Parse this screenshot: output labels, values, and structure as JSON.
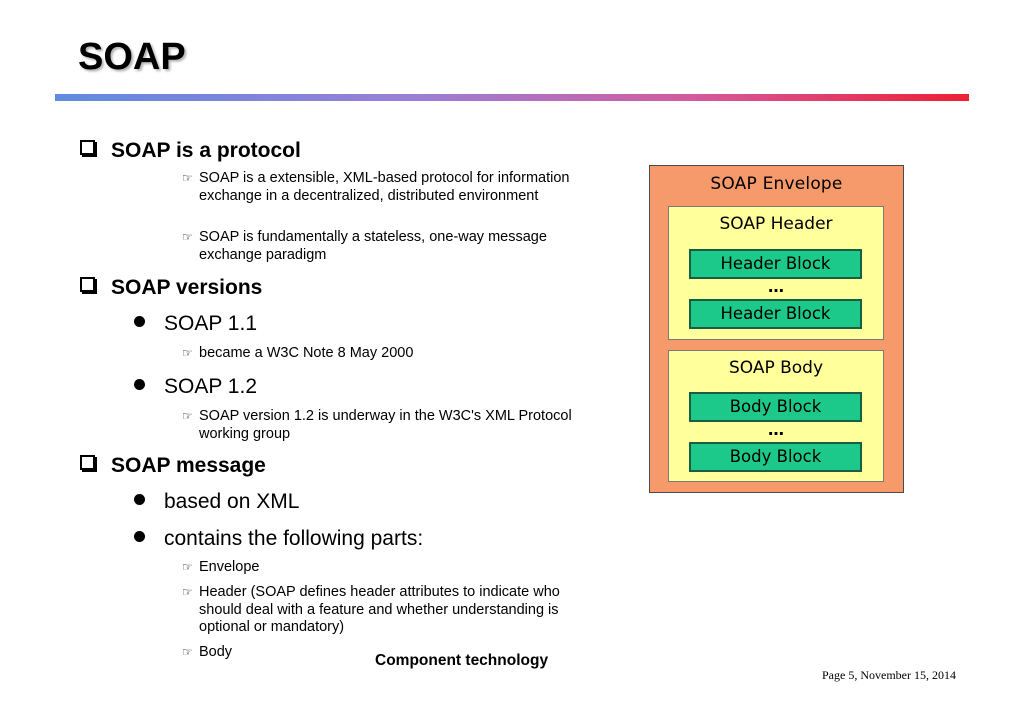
{
  "slide": {
    "title": "SOAP",
    "footer": "Component technology",
    "page_info": "Page 5,  November 15, 2014"
  },
  "outline": {
    "protocol": {
      "heading": "SOAP is a protocol",
      "points": [
        "SOAP is a extensible, XML-based protocol for information exchange in a decentralized, distributed environment",
        "SOAP is fundamentally a stateless, one-way message exchange paradigm"
      ]
    },
    "versions": {
      "heading": "SOAP versions",
      "v11": {
        "label": "SOAP 1.1",
        "note": "became a W3C Note 8 May 2000"
      },
      "v12": {
        "label": "SOAP 1.2",
        "note": "SOAP version 1.2 is underway in the W3C's XML Protocol working group"
      }
    },
    "message": {
      "heading": "SOAP message",
      "items": [
        "based on XML",
        "contains the following parts:"
      ],
      "parts": [
        "Envelope",
        "Header  (SOAP defines header attributes to indicate who should deal with a feature and whether understanding is optional or mandatory)",
        "Body"
      ]
    },
    "hand_glyph": "☞"
  },
  "diagram": {
    "envelope": "SOAP Envelope",
    "header_section": "SOAP Header",
    "header_blocks": [
      "Header Block",
      "Header Block"
    ],
    "body_section": "SOAP Body",
    "body_blocks": [
      "Body Block",
      "Body Block"
    ],
    "ellipsis": "…",
    "colors": {
      "envelope": "#f69a6c",
      "section": "#ffff9c",
      "block": "#1cc98a"
    }
  }
}
